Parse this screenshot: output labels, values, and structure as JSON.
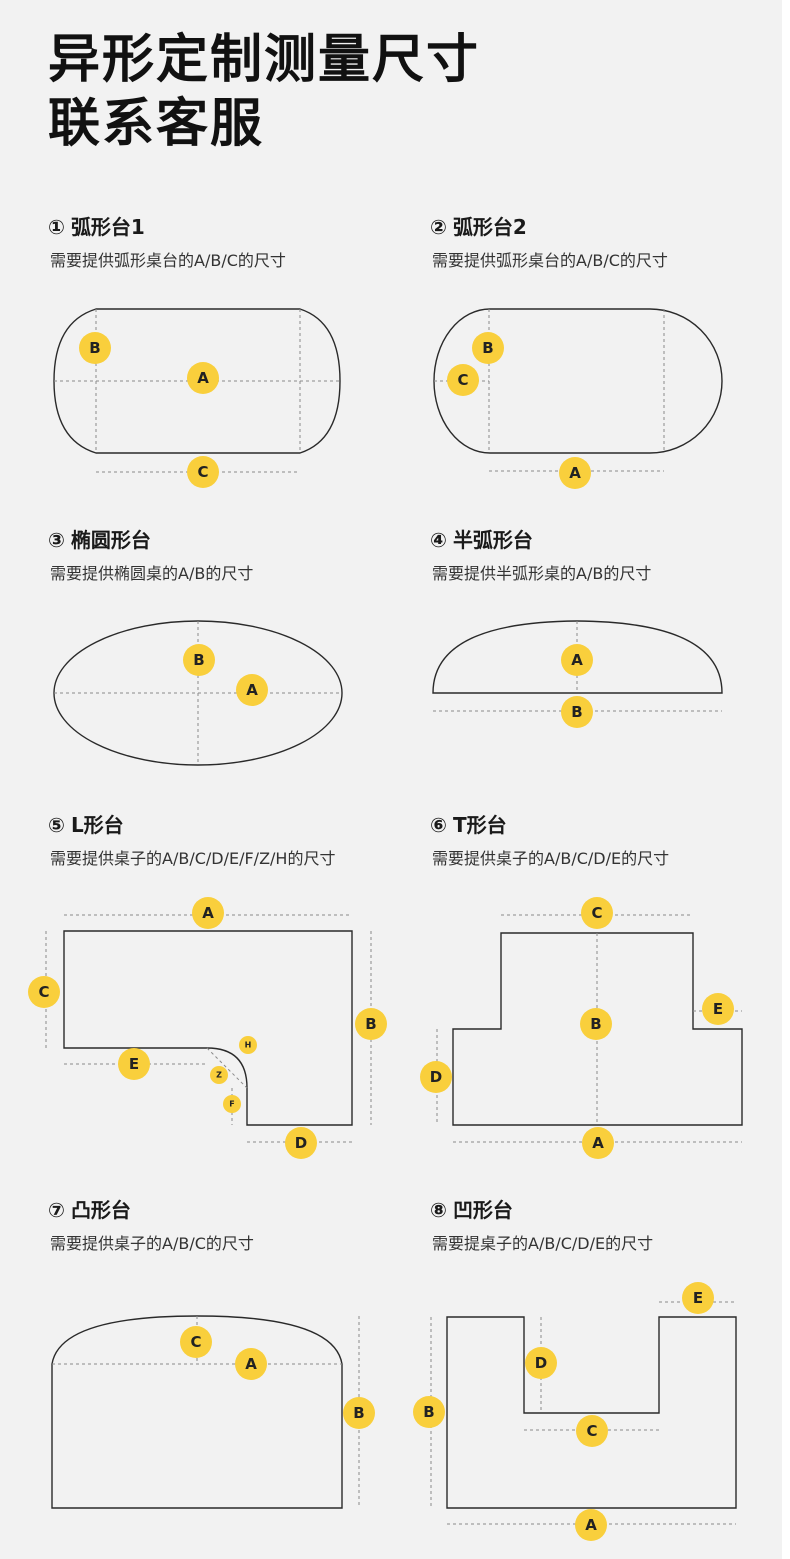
{
  "header": {
    "line1": "异形定制测量尺寸",
    "line2": "联系客服"
  },
  "sections": [
    {
      "num": "①",
      "title": "弧形台1",
      "desc": "需要提供弧形桌台的A/B/C的尺寸"
    },
    {
      "num": "②",
      "title": "弧形台2",
      "desc": "需要提供弧形桌台的A/B/C的尺寸"
    },
    {
      "num": "③",
      "title": "椭圆形台",
      "desc": "需要提供椭圆桌的A/B的尺寸"
    },
    {
      "num": "④",
      "title": "半弧形台",
      "desc": "需要提供半弧形桌的A/B的尺寸"
    },
    {
      "num": "⑤",
      "title": "L形台",
      "desc": "需要提供桌子的A/B/C/D/E/F/Z/H的尺寸"
    },
    {
      "num": "⑥",
      "title": "T形台",
      "desc": "需要提供桌子的A/B/C/D/E的尺寸"
    },
    {
      "num": "⑦",
      "title": "凸形台",
      "desc": "需要提供桌子的A/B/C的尺寸"
    },
    {
      "num": "⑧",
      "title": "凹形台",
      "desc": "需要提桌子的A/B/C/D/E的尺寸"
    }
  ],
  "labels": {
    "A": "A",
    "B": "B",
    "C": "C",
    "D": "D",
    "E": "E",
    "F": "F",
    "Z": "Z",
    "H": "H"
  },
  "colors": {
    "background": "#f2f2f2",
    "badge": "#f9cf3c",
    "outline": "#2a2a2a",
    "dimension": "#8a8a8a"
  }
}
